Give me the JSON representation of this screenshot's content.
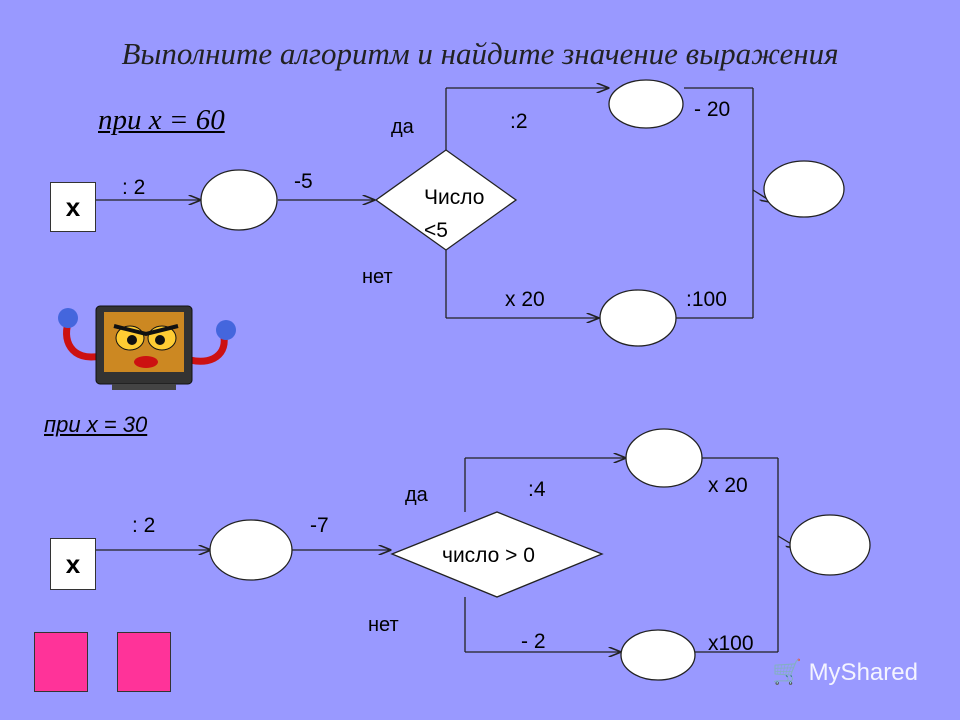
{
  "title": "Выполните алгоритм и найдите значение  выражения",
  "conditions": {
    "first": "при х = 60",
    "second": "при х = 30"
  },
  "flow1": {
    "input": "х",
    "op_in": ":  2",
    "op_after_first": "-5",
    "decision_line1": "Число",
    "decision_line2": "<5",
    "yes": "да",
    "no": "нет",
    "yes_op": ":2",
    "yes_after": "- 20",
    "no_op": "х 20",
    "no_after": ":100"
  },
  "flow2": {
    "input": "х",
    "op_in": ":  2",
    "op_after_first": "-7",
    "decision": "число > 0",
    "yes": "да",
    "no": "нет",
    "yes_op": ":4",
    "yes_after": "х 20",
    "no_op": "- 2",
    "no_after": "х100"
  },
  "watermark": "MyShared",
  "colors": {
    "background": "#9999ff",
    "pink_squares": "#ff3399"
  }
}
